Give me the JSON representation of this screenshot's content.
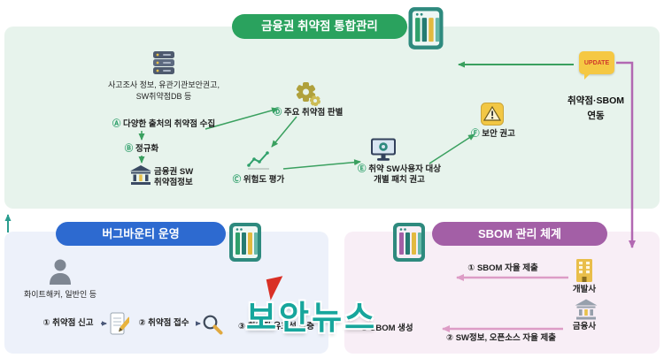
{
  "colors": {
    "top_section_bg": "#e7f3ec",
    "top_pill": "#2aa25e",
    "bugbounty_section_bg": "#edf1fa",
    "bugbounty_pill": "#2d6ad0",
    "sbom_section_bg": "#f8eef6",
    "sbom_pill": "#a35fa6",
    "arrow_green": "#3aa05f",
    "arrow_purple": "#b268b2",
    "arrow_teal": "#2a9d8f",
    "arrow_pink": "#dd9cc6",
    "mark_green": "#2fa06b",
    "watermark": "#17a69c",
    "update_badge_bg": "#f5c843",
    "update_badge_text": "#d03a2b"
  },
  "top": {
    "title": "금융권 취약점 통합관리",
    "sources_line1": "사고조사 정보, 유관기관보안권고,",
    "sources_line2": "SW취약점DB 등",
    "steps": {
      "a": {
        "mark": "Ⓐ",
        "text": "다양한 출처의 취약점 수집"
      },
      "b": {
        "mark": "Ⓑ",
        "text": "정규화"
      },
      "c": {
        "mark": "Ⓒ",
        "text": "위험도 평가"
      },
      "d": {
        "mark": "Ⓓ",
        "text": "주요 취약점 판별"
      },
      "e": {
        "mark": "Ⓔ",
        "text": "취약 SW사용자 대상",
        "text2": "개별 패치 권고"
      },
      "f": {
        "mark": "Ⓕ",
        "text": "보안 권고"
      }
    },
    "fin_sw_line1": "금융권 SW",
    "fin_sw_line2": "취약점정보",
    "update_badge": "UPDATE",
    "link_line1": "취약점·SBOM",
    "link_line2": "연동"
  },
  "bugbounty": {
    "title": "버그바운티 운영",
    "actor": "화이트해커, 일반인 등",
    "step1": "① 취약점 신고",
    "step2": "② 취약점 접수",
    "step3": "③ 취약점 유효성 검증"
  },
  "sbom": {
    "title": "SBOM 관리 체계",
    "step1": "① SBOM 자율 제출",
    "dev_label": "개발사",
    "fin_label": "금융사",
    "step2": "② SW정보, 오픈소스 자율 제출",
    "step3": "③ SBOM 생성"
  },
  "watermark": "보안뉴스"
}
